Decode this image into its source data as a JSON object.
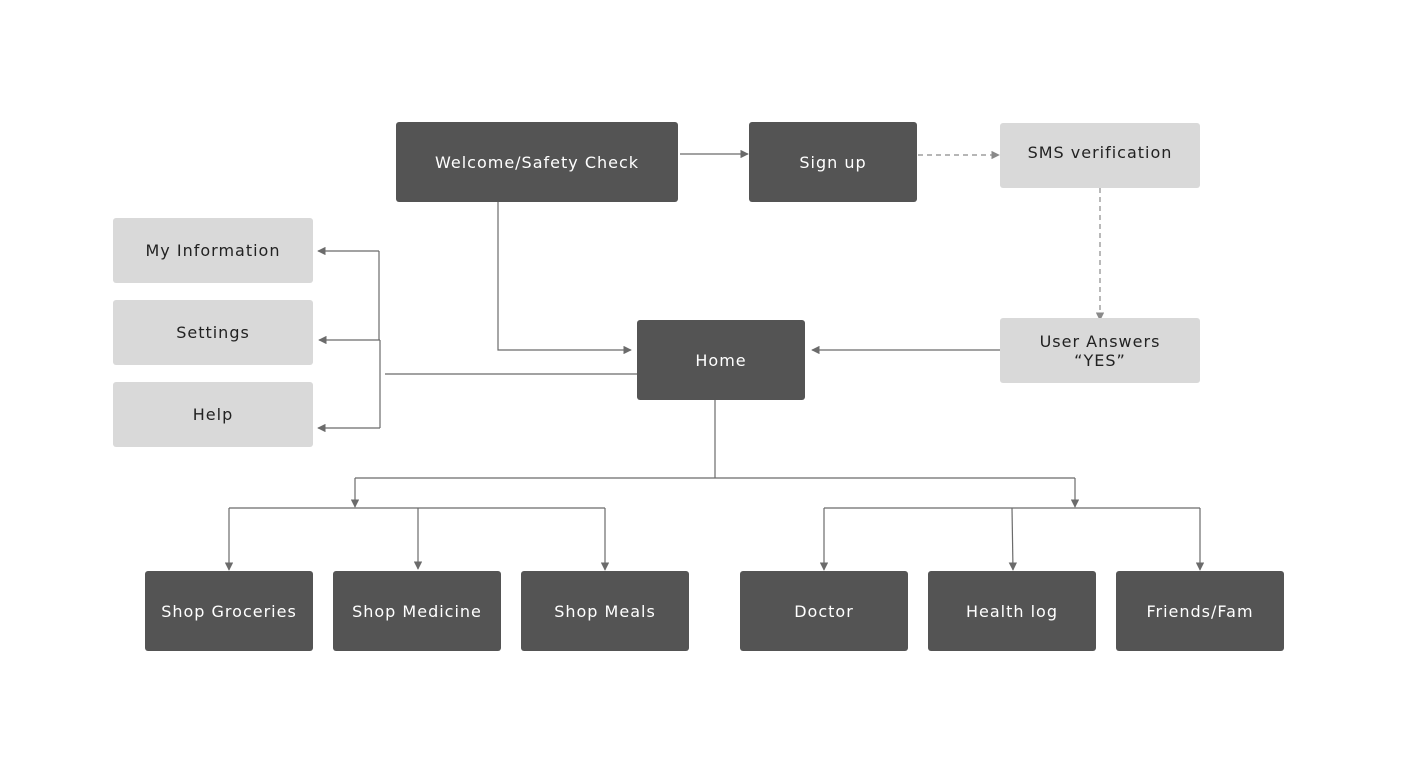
{
  "nodes": {
    "welcome": {
      "label": "Welcome/Safety Check",
      "tone": "dark"
    },
    "signup": {
      "label": "Sign up",
      "tone": "dark"
    },
    "sms": {
      "label": "SMS verification",
      "tone": "light"
    },
    "user_answers": {
      "label": "User Answers\n“YES”",
      "tone": "light"
    },
    "home": {
      "label": "Home",
      "tone": "dark"
    },
    "my_information": {
      "label": "My Information",
      "tone": "light"
    },
    "settings": {
      "label": "Settings",
      "tone": "light"
    },
    "help": {
      "label": "Help",
      "tone": "light"
    },
    "shop_groceries": {
      "label": "Shop Groceries",
      "tone": "dark"
    },
    "shop_medicine": {
      "label": "Shop Medicine",
      "tone": "dark"
    },
    "shop_meals": {
      "label": "Shop Meals",
      "tone": "dark"
    },
    "doctor": {
      "label": "Doctor",
      "tone": "dark"
    },
    "health_log": {
      "label": "Health log",
      "tone": "dark"
    },
    "friends_fam": {
      "label": "Friends/Fam",
      "tone": "dark"
    }
  },
  "edges": [
    {
      "from": "welcome",
      "to": "signup",
      "style": "solid"
    },
    {
      "from": "signup",
      "to": "sms",
      "style": "dashed"
    },
    {
      "from": "sms",
      "to": "user_answers",
      "style": "dashed"
    },
    {
      "from": "user_answers",
      "to": "home",
      "style": "solid"
    },
    {
      "from": "welcome",
      "to": "home",
      "style": "solid"
    },
    {
      "from": "home",
      "to": "my_information",
      "style": "solid"
    },
    {
      "from": "home",
      "to": "settings",
      "style": "solid"
    },
    {
      "from": "home",
      "to": "help",
      "style": "solid"
    },
    {
      "from": "home",
      "to": "shop_groceries",
      "style": "solid"
    },
    {
      "from": "home",
      "to": "shop_medicine",
      "style": "solid"
    },
    {
      "from": "home",
      "to": "shop_meals",
      "style": "solid"
    },
    {
      "from": "home",
      "to": "doctor",
      "style": "solid"
    },
    {
      "from": "home",
      "to": "health_log",
      "style": "solid"
    },
    {
      "from": "home",
      "to": "friends_fam",
      "style": "solid"
    }
  ],
  "colors": {
    "dark_node": "#545454",
    "light_node": "#d9d9d9",
    "connector": "#6b6b6b",
    "dashed_connector": "#8a8a8a"
  }
}
